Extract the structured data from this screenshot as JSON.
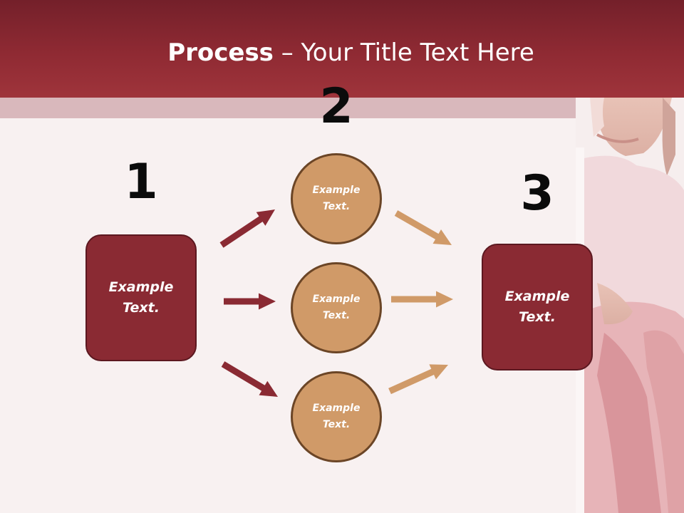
{
  "title": {
    "bold": "Process",
    "rest": " – Your Title Text Here"
  },
  "steps": [
    {
      "number": "1",
      "text": "Example Text."
    },
    {
      "number": "2",
      "circles": [
        "Example Text.",
        "Example Text.",
        "Example Text."
      ]
    },
    {
      "number": "3",
      "text": "Example Text."
    }
  ],
  "colors": {
    "header": "#8f2a33",
    "box": "#8a2a33",
    "circle": "#d09a68",
    "arrow_left": "#8a2a33",
    "arrow_right": "#d09a68"
  }
}
